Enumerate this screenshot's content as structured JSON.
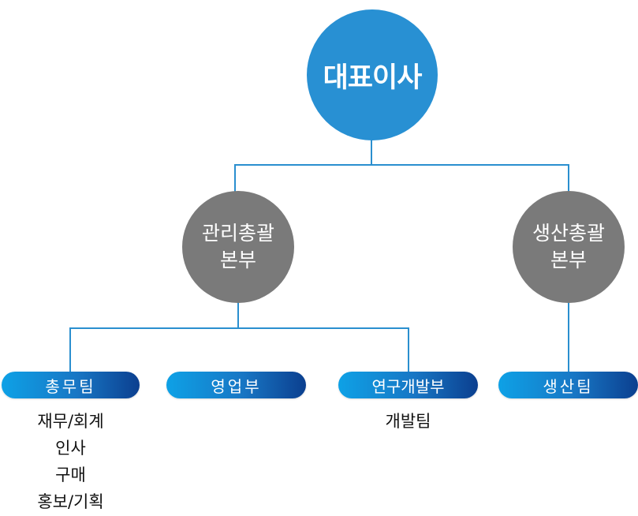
{
  "colors": {
    "ceo_circle": "#2890d3",
    "division_circle": "#7a7a7a",
    "connector": "#2a8fcf",
    "pill_gradient_start": "#0ea1e6",
    "pill_gradient_end": "#0b3f8f"
  },
  "ceo": {
    "label": "대표이사"
  },
  "divisions": [
    {
      "line1": "관리총괄",
      "line2": "본부"
    },
    {
      "line1": "생산총괄",
      "line2": "본부"
    }
  ],
  "teams": [
    {
      "label": "총무팀",
      "subitems": [
        "재무/회계",
        "인사",
        "구매",
        "홍보/기획"
      ]
    },
    {
      "label": "영업부",
      "subitems": []
    },
    {
      "label": "연구개발부",
      "subitems": [
        "개발팀"
      ]
    },
    {
      "label": "생산팀",
      "subitems": []
    }
  ]
}
